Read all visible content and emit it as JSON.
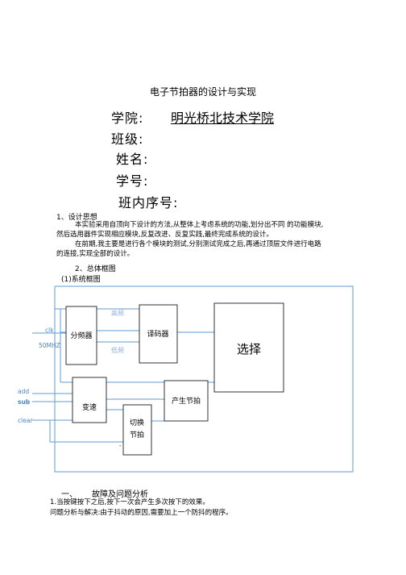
{
  "title": "电子节拍器的设计与实现",
  "cover": {
    "college_label": "学院:",
    "college_value": "明光桥北技术学院",
    "class_label": "班级:",
    "name_label": "姓名:",
    "id_label": "学号:",
    "seq_label": "班内序号:"
  },
  "section1": {
    "heading": "1、设计思想",
    "para1_line1": "本实验采用自顶向下设计的方法,从整体上考虑系统的功能,划分出不同   的功能模块,",
    "para1_line2": "然后选用器件实现相应模块,反复改进、反复实践,最终完成系统的设计。",
    "para2_line1": "在前期,我主要是进行各个模块的测试,分别测试完成之后,再通过顶层文件进行电路",
    "para2_line2": "的连接,实现全部的设计。"
  },
  "section2": {
    "heading": "2、总体框图",
    "subheading": "(1)系统框图"
  },
  "diagram": {
    "clk": "clk",
    "freq": "50MHZ",
    "add": "add",
    "sub": "sub",
    "clear": "clear",
    "divider": "分频器",
    "decoder": "译码器",
    "select": "选择",
    "speed": "变速",
    "gen_beat": "产生节拍",
    "switch_line1": "切换",
    "switch_line2": "节拍",
    "high_freq": "高频",
    "low_freq": "低频",
    "dot": "-"
  },
  "section3": {
    "heading_num": "一、",
    "heading_text": "故障及问题分析",
    "item1": "1.当按键按下之后,按下一次会产生多次按下的效果。",
    "analysis": "问题分析与解决:由于抖动的原因,需要加上一个防抖的程序。"
  },
  "colors": {
    "wire": "#5b9bd5",
    "label_blue": "#4a86c8",
    "label_faint": "#8fb0d8"
  }
}
